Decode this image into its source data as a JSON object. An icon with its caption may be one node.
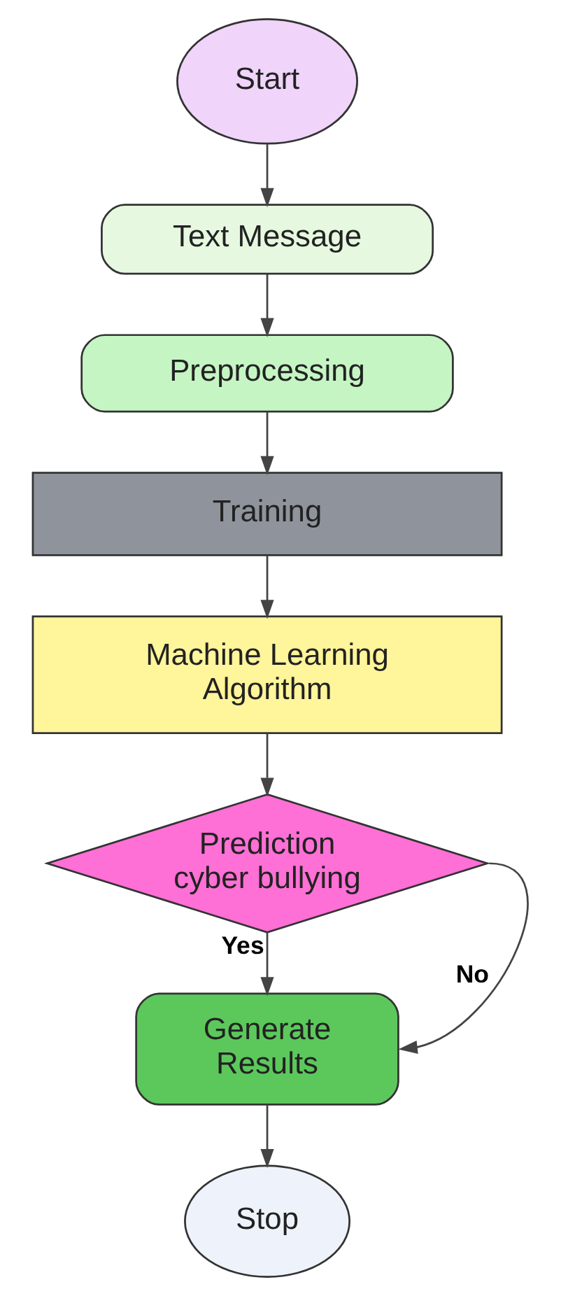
{
  "diagram": {
    "nodes": [
      {
        "text": [
          "Start"
        ]
      },
      {
        "text": [
          "Text Message"
        ]
      },
      {
        "text": [
          "Preprocessing"
        ]
      },
      {
        "text": [
          "Training"
        ]
      },
      {
        "text": [
          "Machine Learning Algorithm"
        ]
      },
      {
        "text": [
          "Prediction cyber bullying"
        ]
      },
      {
        "text": [
          "Generate Results"
        ]
      },
      {
        "text": [
          "Stop"
        ]
      }
    ],
    "edges": [
      {
        "from": 0,
        "to": 1,
        "arrow": "to"
      },
      {
        "from": 1,
        "to": 2,
        "arrow": "to"
      },
      {
        "from": 2,
        "to": 3,
        "arrow": "to"
      },
      {
        "from": 3,
        "to": 4,
        "arrow": "to"
      },
      {
        "from": 4,
        "to": 5,
        "arrow": "to"
      },
      {
        "from": 5,
        "to": 6,
        "arrow": "to",
        "label": "Yes"
      },
      {
        "from": 5,
        "to": 6,
        "arrow": "to",
        "label": "No"
      },
      {
        "from": 6,
        "to": 7,
        "arrow": "to"
      }
    ]
  }
}
